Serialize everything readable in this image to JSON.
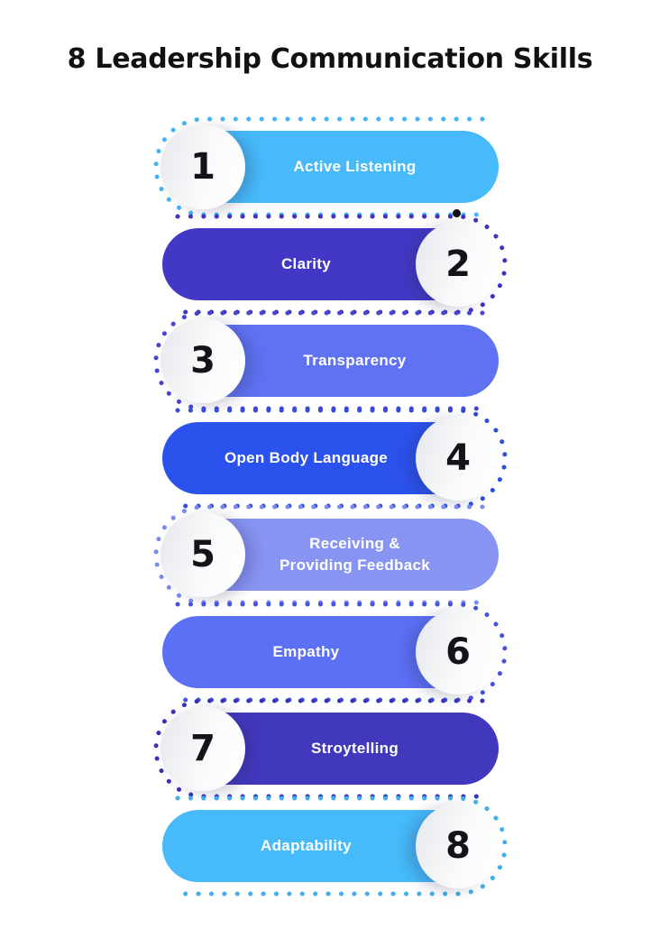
{
  "page": {
    "title": "8 Leadership Communication Skills",
    "background": "#ffffff",
    "title_color": "#111114",
    "label_text_color": "#ffffff",
    "number_text_color": "#141418"
  },
  "decor": {
    "accent_dot_color": "#0c0c10"
  },
  "skills": [
    {
      "number": "1",
      "label": "Active Listening",
      "side": "left",
      "fill": "#48BAFA",
      "dot_color": "#45B5F6"
    },
    {
      "number": "2",
      "label": "Clarity",
      "side": "right",
      "fill": "#4238C5",
      "dot_color": "#3D34BF"
    },
    {
      "number": "3",
      "label": "Transparency",
      "side": "left",
      "fill": "#5F72F1",
      "dot_color": "#4A44D2"
    },
    {
      "number": "4",
      "label": "Open Body Language",
      "side": "right",
      "fill": "#2B52EC",
      "dot_color": "#2E4EDB"
    },
    {
      "number": "5",
      "label": "Receiving &\nProviding Feedback",
      "side": "left",
      "fill": "#8894F2",
      "dot_color": "#7D8AEE"
    },
    {
      "number": "6",
      "label": "Empathy",
      "side": "right",
      "fill": "#5C70F4",
      "dot_color": "#4553DE"
    },
    {
      "number": "7",
      "label": "Stroytelling",
      "side": "left",
      "fill": "#4238BE",
      "dot_color": "#3B32B8"
    },
    {
      "number": "8",
      "label": "Adaptability",
      "side": "right",
      "fill": "#47BAF9",
      "dot_color": "#3FAEF0"
    }
  ]
}
